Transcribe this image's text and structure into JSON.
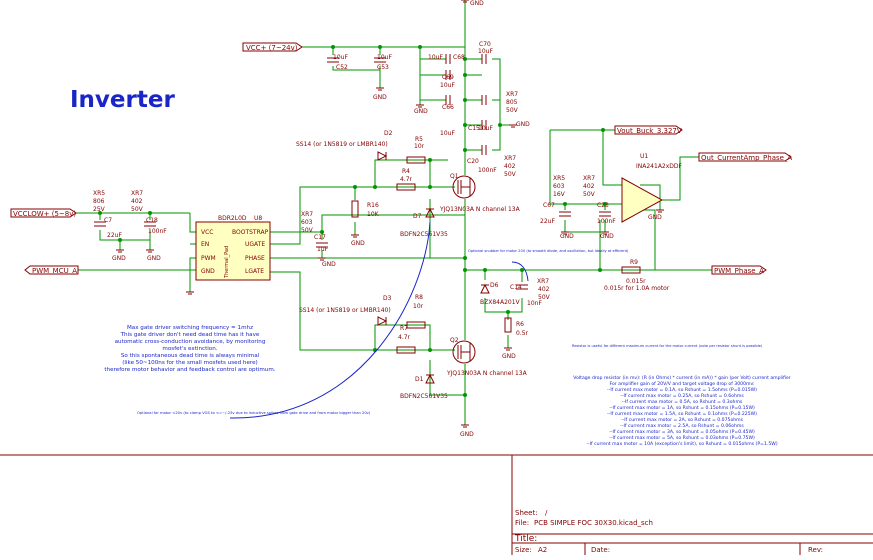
{
  "title": "Inverter",
  "colors": {
    "wire": "#009600",
    "symbol": "#840000",
    "text": "#840000",
    "blue": "#0000c8",
    "netlabel": "#840000",
    "title_blue": "#1a25c8",
    "junction": "#009600",
    "frame": "#840000"
  },
  "power_labels": {
    "vcc_plus": "VCC+ (7~24v)",
    "vcclow": "VCCLOW+ (5~8v)",
    "pwm": "PWM_MCU_A",
    "vout_buck": "Vout_Buck_3.327V",
    "out_current": "Out_CurrentAmp_Phase_A",
    "pwm_phase": "PWM_Phase_A"
  },
  "gnd": "GND",
  "components": {
    "c52": {
      "ref": "C52",
      "val": "10uF"
    },
    "c53": {
      "ref": "C53",
      "val": "10uF"
    },
    "c68": {
      "ref": "C68",
      "val": "10uF"
    },
    "c69": {
      "ref": "C69",
      "val": "10uF"
    },
    "c70": {
      "ref": "C70",
      "val": "10uF"
    },
    "c15": {
      "ref": "C15",
      "val": "10uF"
    },
    "c20": {
      "ref": "C20",
      "val": "100nF"
    },
    "c66": {
      "ref": "C66",
      "val": "10uF"
    },
    "xr7_top": {
      "a": "XR7",
      "b": "805",
      "c": "50V"
    },
    "xr7_mid": {
      "a": "XR7",
      "b": "402",
      "c": "50V"
    },
    "c7": {
      "ref": "C7",
      "val": "22uF"
    },
    "c18": {
      "ref": "C18",
      "val": "100nF"
    },
    "xr5_left": {
      "a": "XR5",
      "b": "806",
      "c": "25V"
    },
    "xr7_left": {
      "a": "XR7",
      "b": "402",
      "c": "50V"
    },
    "u8": {
      "ref": "U8",
      "part": "BDR2L0D",
      "pins": [
        "VCC",
        "EN",
        "PWM",
        "GND",
        "BOOTSTRAP",
        "UGATE",
        "PHASE",
        "LGATE"
      ],
      "pad": "Thermal_Pad"
    },
    "xr7_boot": {
      "a": "XR7",
      "b": "603",
      "c": "50V"
    },
    "c17": {
      "ref": "C17",
      "val": "1uF"
    },
    "d2": {
      "ref": "D2",
      "note": "SS14 (or 1N5819 or LMBR140)"
    },
    "r5": {
      "ref": "R5",
      "val": "10r"
    },
    "r4": {
      "ref": "R4",
      "val": "4.7r"
    },
    "r16": {
      "ref": "R16",
      "val": "10K"
    },
    "d7": {
      "ref": "D7",
      "part": "BDFN2C561V35"
    },
    "q1": {
      "ref": "Q1",
      "part": "YJQ13N03A N channel 13A"
    },
    "d3": {
      "ref": "D3",
      "note": "SS14 (or 1N5819 or LMBR140)"
    },
    "r8": {
      "ref": "R8",
      "val": "10r"
    },
    "r7": {
      "ref": "R7",
      "val": "4.7r"
    },
    "d1": {
      "ref": "D1",
      "part": "BDFN2C561V35"
    },
    "q2": {
      "ref": "Q2",
      "part": "YJQ13N03A N channel 13A"
    },
    "d6": {
      "ref": "D6",
      "part": "BZX84A201V"
    },
    "c14": {
      "ref": "C14",
      "val": "10nF"
    },
    "xr7_c14": {
      "a": "XR7",
      "b": "402",
      "c": "50V"
    },
    "r6": {
      "ref": "R6",
      "val": "0.5r"
    },
    "r9": {
      "ref": "R9",
      "val": "0.015r",
      "note": "0.015r for 1.0A motor"
    },
    "u1": {
      "ref": "U1",
      "part": "INA241A2xDDF"
    },
    "c67": {
      "ref": "C67",
      "val": "22uF"
    },
    "xr5_right": {
      "a": "XR5",
      "b": "603",
      "c": "16V"
    },
    "xr7_right": {
      "a": "XR7",
      "b": "402",
      "c": "50V"
    },
    "c23": {
      "ref": "C23",
      "val": "100nF"
    }
  },
  "notes": {
    "gate_driver": [
      "Max gate driver switching frequency = 1mhz",
      "This gate driver don't need dead time has it have",
      "automatic cross-conduction avoidance, by monitoring",
      "mosfet's extinction.",
      "So this spontaneous dead time is always minimal",
      "(like 50~100ns for the small mosfets used here)",
      "therefore motor behavior and feedback control are optimum."
    ],
    "optional_motor": "Optional for motor <20v (to clamp VGS to <=~/-25v due to inductive spikes from gate drive and from motor bigger than 20v)",
    "snubber": "Optional snubber for motor 20V (to smooth diode, and oscillation, but ideally at efficient)",
    "resistor_sense": "Resistor is useful for different maximum current for the motor current (note per resistor shunt is possible)",
    "voltage_drop": [
      "Voltage drop resistor (in mv): (R (in Ohms) * current (in mA)) * gain (per Volt) current amplifier",
      "For amplifier gain of 20V/V and target voltage drop of 3000mv:",
      "--If current max motor = 0.1A, so Rshunt = 1.5ohms (P=0.015W)",
      "--If current max motor = 0.25A, so Rshunt = 0.6ohms",
      "--If current max motor = 0.5A, so Rshunt = 0.3ohms",
      "--If current max motor = 1A, so Rshunt = 0.15ohms (P=0.15W)",
      "--If current max motor = 1.5A, so Rshunt = 0.1ohms (P=0.225W)",
      "--If current max motor = 2A, so Rshunt = 0.075ohms",
      "--If current max motor = 2.5A, so Rshunt = 0.06ohms",
      "--If current max motor = 3A, so Rshunt = 0.05ohms (P=0.45W)",
      "--If current max motor = 5A, so Rshunt = 0.03ohms (P=0.75W)",
      "--If current max motor = 10A (exception's limit), so Rshunt = 0.015ohms (P=1.5W)"
    ]
  },
  "title_block": {
    "sheet_label": "Sheet:",
    "sheet_val": "/",
    "file_label": "File:",
    "file_val": "PCB SIMPLE FOC 30X30.kicad_sch",
    "title_label": "Title:",
    "size_label": "Size:",
    "size_val": "A2",
    "date_label": "Date:",
    "rev_label": "Rev:"
  }
}
